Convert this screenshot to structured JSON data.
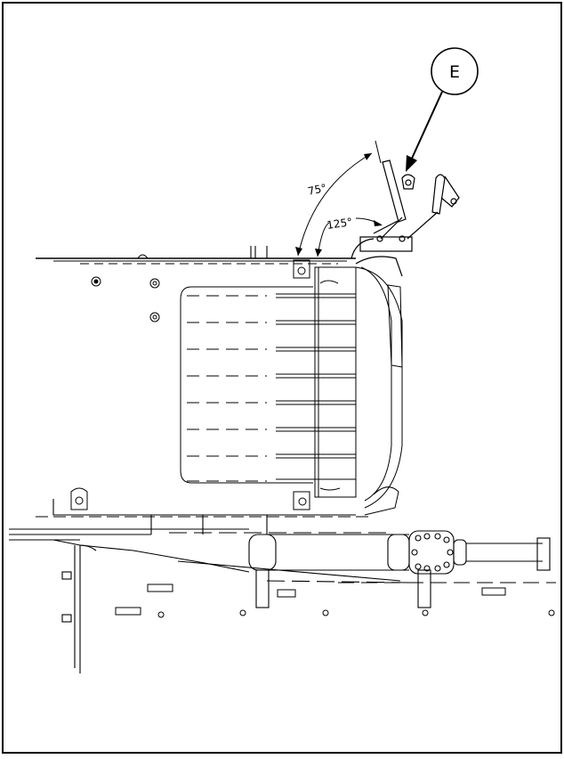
{
  "callout": {
    "label": "E"
  },
  "angles": {
    "outer": "75°",
    "inner": "125°"
  },
  "colors": {
    "line": "#000000",
    "background": "#ffffff"
  }
}
